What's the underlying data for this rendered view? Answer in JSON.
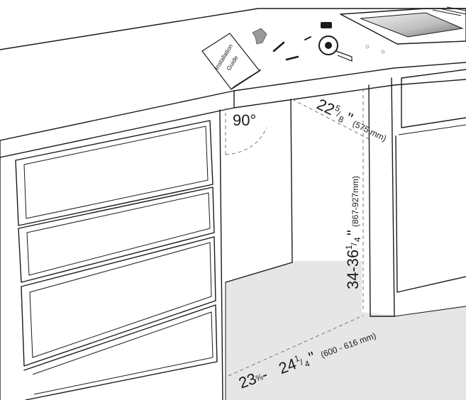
{
  "angle_label": "90°",
  "depth_dimension": {
    "whole": "22",
    "num": "5",
    "den": "8",
    "inch": "\"",
    "metric": "(575 mm)"
  },
  "height_dimension": {
    "range": "34-36",
    "num": "1",
    "den": "4",
    "inch": "\"",
    "metric": "(867-927mm)"
  },
  "width_dimension": {
    "whole_a": "23",
    "frac_a": "⅝",
    "sep": " - ",
    "whole_b": "24",
    "num": "1",
    "den": "4",
    "inch": "\"",
    "metric": "(600 - 616  mm)"
  },
  "booklet": {
    "line1": "Installation",
    "line2": "Guide"
  },
  "colors": {
    "floor": "#e6e6e6",
    "line": "#1a1a1a",
    "sink": "#cfcfcf",
    "dash": "#777777"
  },
  "icons": [
    "installation-guide-booklet",
    "mounting-bracket-icon",
    "screw-icon",
    "tape-measure-icon",
    "battery-icon"
  ]
}
